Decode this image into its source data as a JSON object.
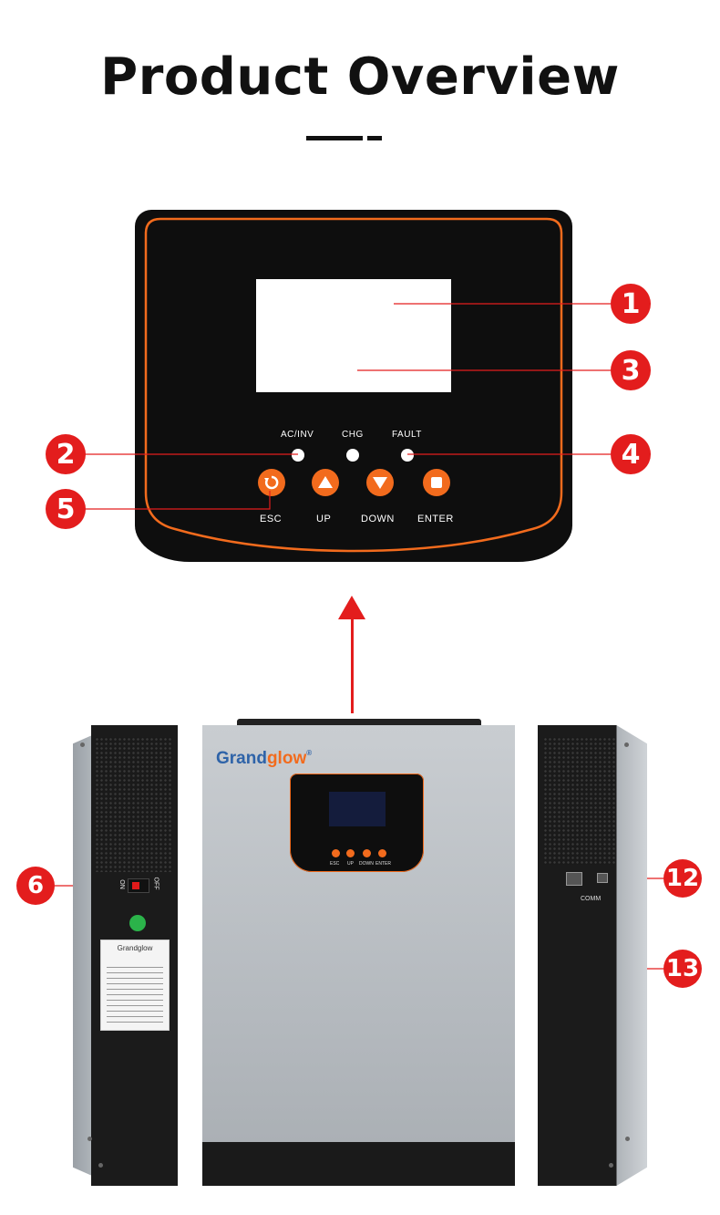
{
  "header": {
    "title": "Product Overview"
  },
  "panel": {
    "led_labels": [
      "AC/INV",
      "CHG",
      "FAULT"
    ],
    "buttons": [
      "ESC",
      "UP",
      "DOWN",
      "ENTER"
    ]
  },
  "callouts": [
    "1",
    "2",
    "3",
    "4",
    "5",
    "6",
    "12",
    "13"
  ],
  "device": {
    "brand_part1": "Grand",
    "brand_part2": "glow",
    "registered": "®",
    "side_brand": "Grandglow",
    "switch_on": "ON",
    "switch_off": "OFF",
    "comm_label": "COMM"
  },
  "colors": {
    "accent_orange": "#f26b1d",
    "callout_red": "#e31d1d",
    "brand_blue": "#2e63a8",
    "panel_black": "#0e0e0e"
  },
  "icons": {
    "esc": "undo-icon",
    "up": "triangle-up-icon",
    "down": "triangle-down-icon",
    "enter": "square-icon"
  }
}
